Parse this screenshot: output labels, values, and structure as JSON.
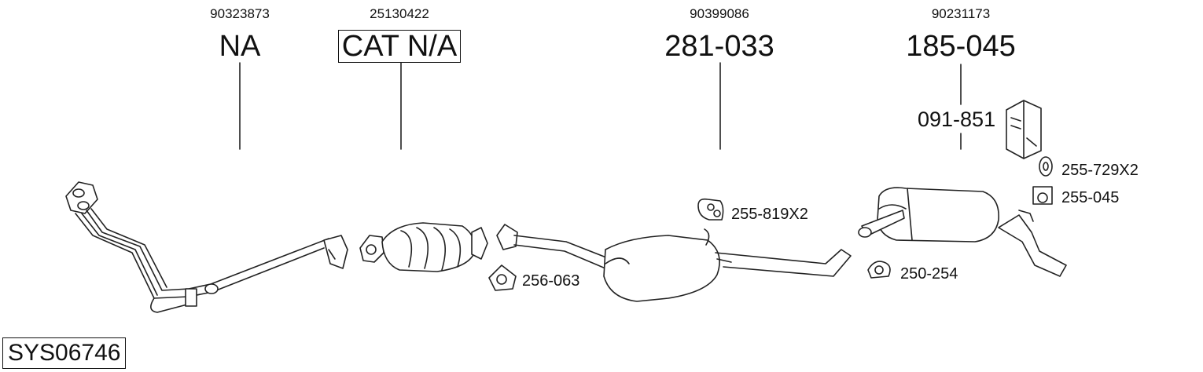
{
  "system_code": "SYS06746",
  "columns": [
    {
      "oe": "90323873",
      "part": "NA",
      "boxed": false
    },
    {
      "oe": "25130422",
      "part": "CAT N/A",
      "boxed": true
    },
    {
      "oe": "90399086",
      "part": "281-033",
      "boxed": false
    },
    {
      "oe": "90231173",
      "part": "185-045",
      "boxed": false
    }
  ],
  "kit_label": "091-851",
  "accessories": [
    {
      "label": "255-729X2",
      "icon": "rubber-hanger-icon"
    },
    {
      "label": "255-045",
      "icon": "mounting-bracket-icon"
    },
    {
      "label": "255-819X2",
      "icon": "rubber-mount-icon"
    },
    {
      "label": "250-254",
      "icon": "pipe-clamp-icon"
    },
    {
      "label": "256-063",
      "icon": "gasket-icon"
    }
  ]
}
